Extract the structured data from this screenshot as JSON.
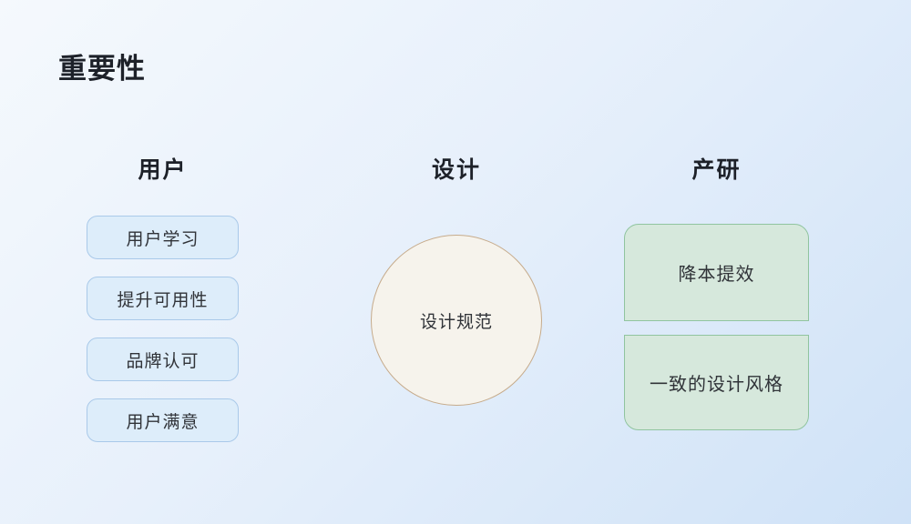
{
  "page": {
    "title": "重要性"
  },
  "colors": {
    "bg-top-left": "#f5f9fd",
    "bg-mid": "#e7f0fb",
    "bg-bottom-right": "#cfe2f7",
    "text-dark": "#1d2129",
    "text-node": "#303338",
    "blue-node-bg": "#ddedfa",
    "blue-node-border": "#a9c9e9",
    "circle-bg": "#f6f3ec",
    "circle-border": "#c6ab8b",
    "green-node-bg": "#d6e8dc",
    "green-node-border": "#90c49f"
  },
  "columns": [
    {
      "header": "用户",
      "items": [
        "用户学习",
        "提升可用性",
        "品牌认可",
        "用户满意"
      ]
    },
    {
      "header": "设计",
      "circle_label": "设计规范"
    },
    {
      "header": "产研",
      "items": [
        "降本提效",
        "一致的设计风格"
      ]
    }
  ]
}
